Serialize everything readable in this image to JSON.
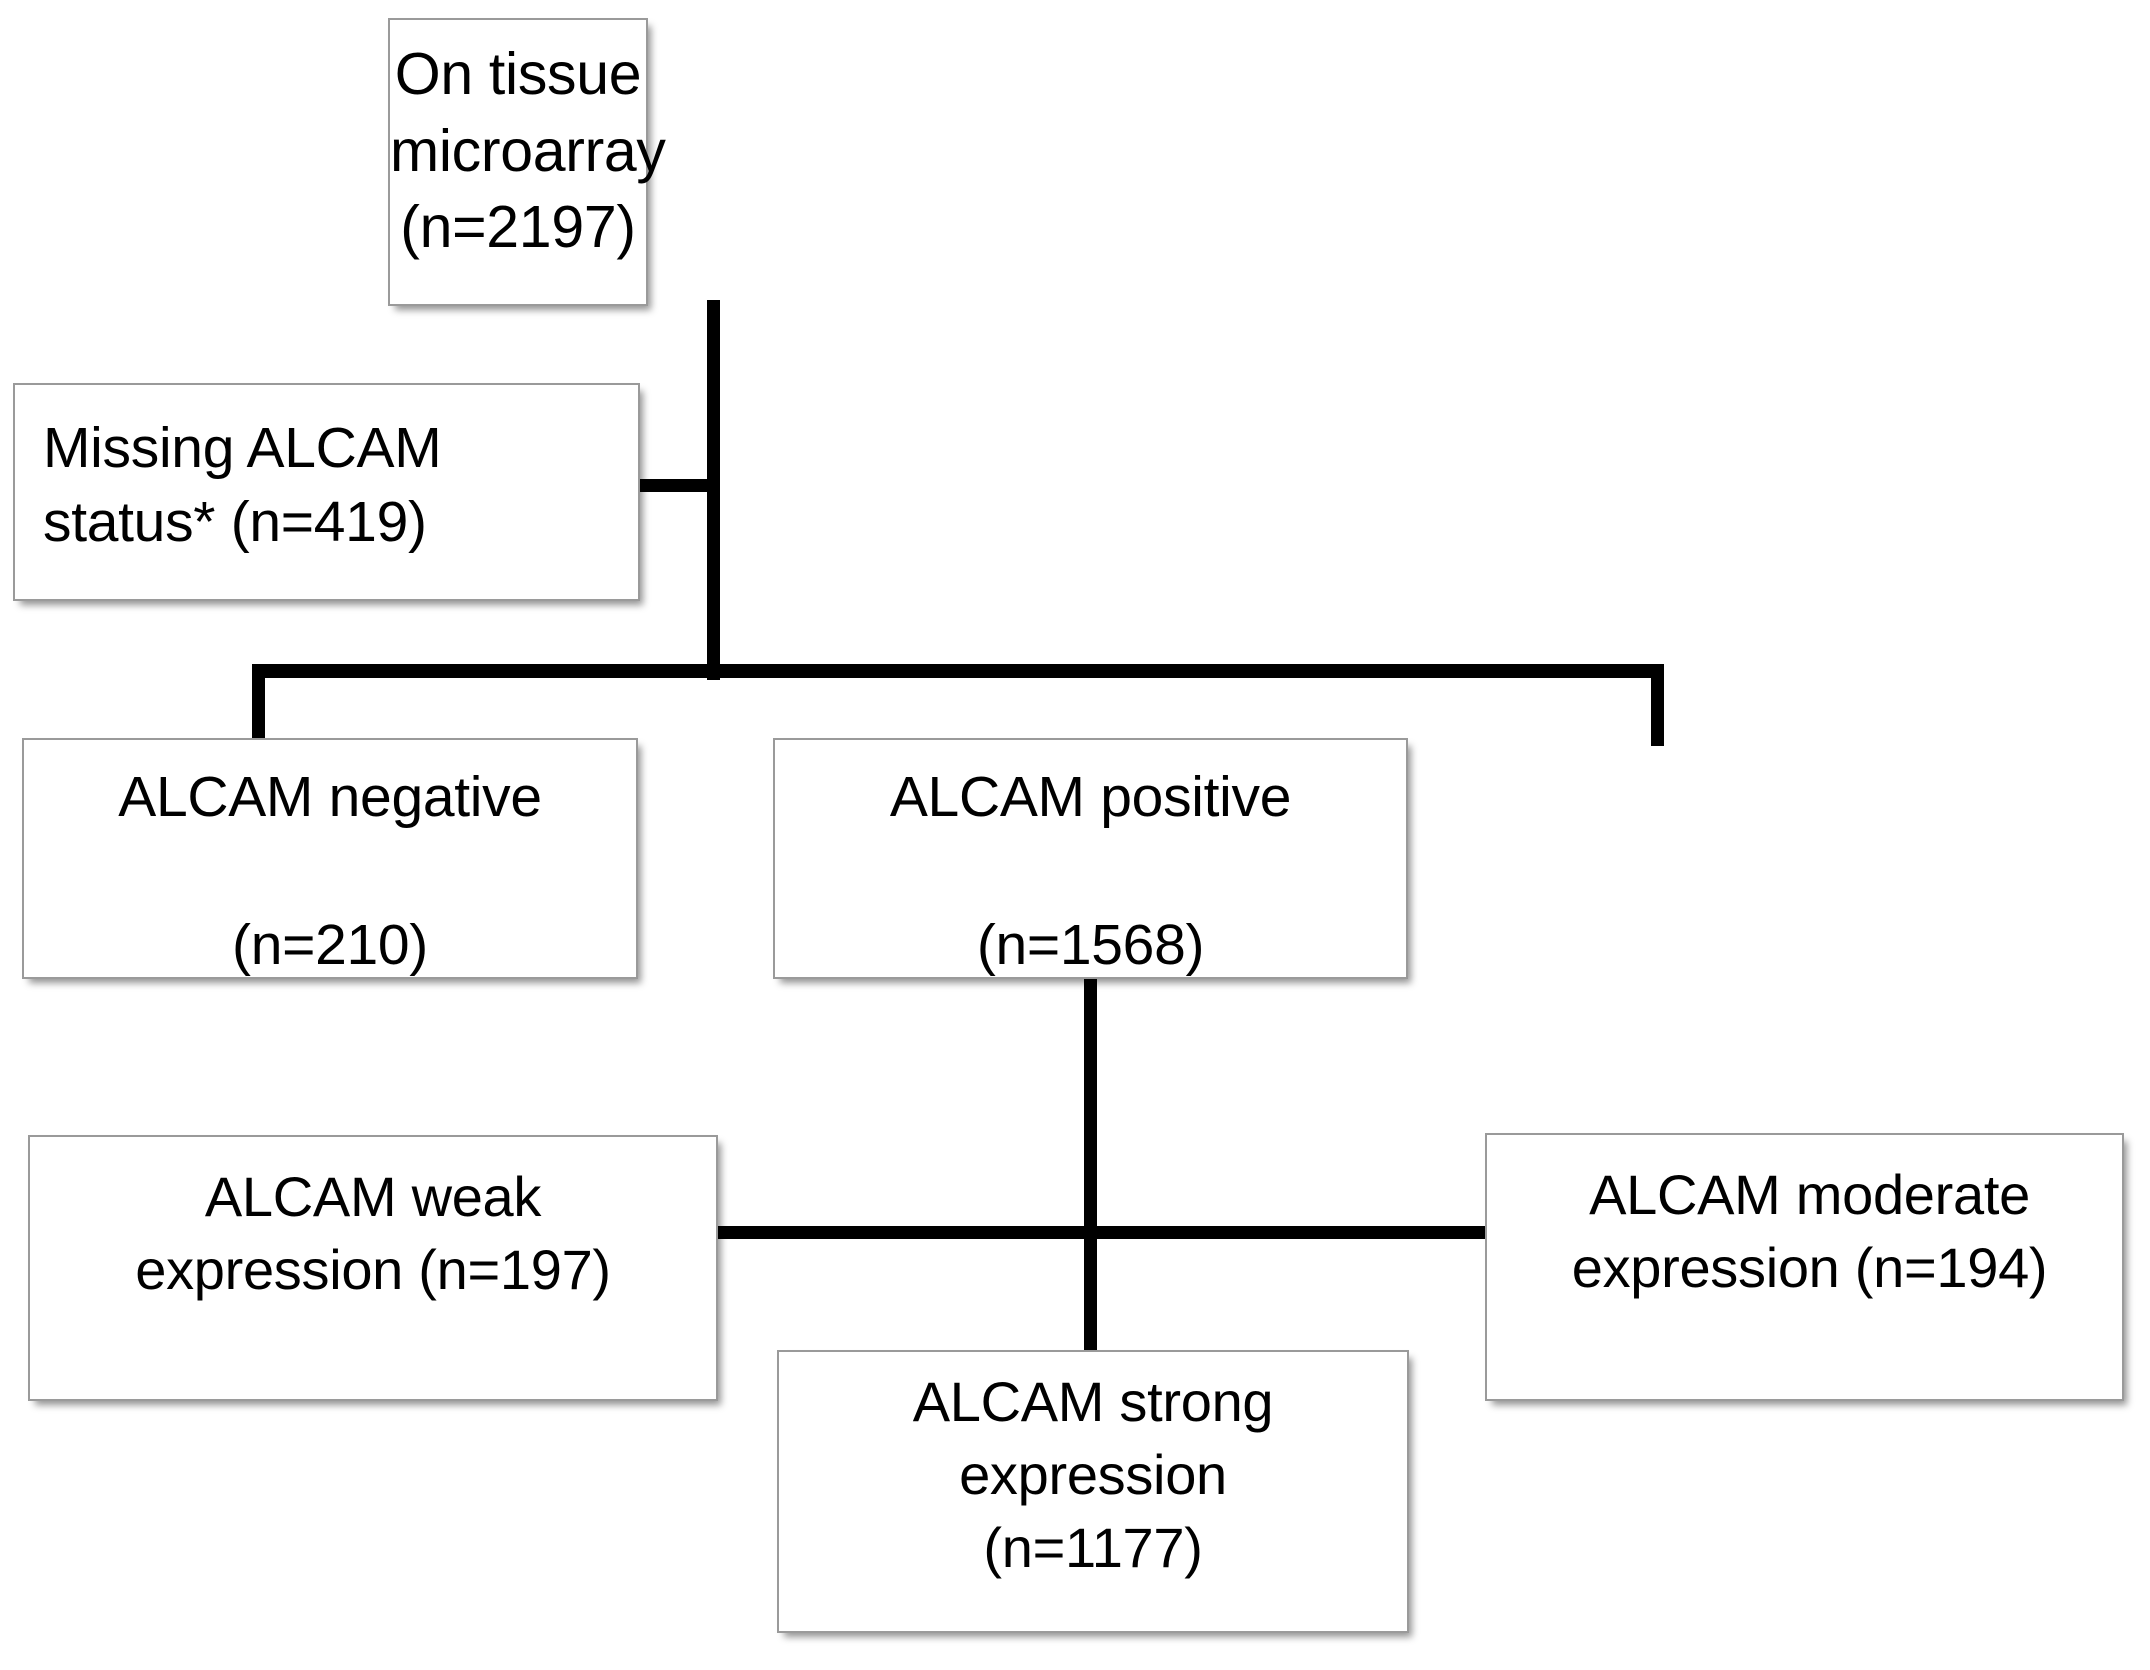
{
  "diagram": {
    "title": "ALCAM tissue microarray patient flow diagram",
    "accent_color": "#000000",
    "box_border_color": "#9a9a9a",
    "background_color": "#ffffff"
  },
  "nodes": {
    "tma": {
      "label": "On tissue\nmicroarray\n(n=2197)",
      "name": "On tissue microarray",
      "count": 2197
    },
    "missing": {
      "label": "Missing ALCAM\nstatus* (n=419)",
      "name": "Missing ALCAM status*",
      "count": 419
    },
    "negative": {
      "label": "ALCAM negative\n\n(n=210)",
      "name": "ALCAM negative",
      "count": 210
    },
    "positive": {
      "label": "ALCAM positive\n\n(n=1568)",
      "name": "ALCAM positive",
      "count": 1568
    },
    "weak": {
      "label": "ALCAM weak\nexpression  (n=197)",
      "name": "ALCAM weak expression",
      "count": 197
    },
    "moderate": {
      "label": "ALCAM moderate\nexpression (n=194)",
      "name": "ALCAM moderate expression",
      "count": 194
    },
    "strong": {
      "label": "ALCAM strong\nexpression\n(n=1177)",
      "name": "ALCAM strong expression",
      "count": 1177
    }
  },
  "edges": [
    {
      "from": "tma",
      "to": "missing",
      "style": "solid"
    },
    {
      "from": "tma",
      "to": "negative",
      "style": "solid"
    },
    {
      "from": "tma",
      "to": "positive",
      "style": "solid"
    },
    {
      "from": "positive",
      "to": "weak",
      "style": "solid"
    },
    {
      "from": "positive",
      "to": "moderate",
      "style": "solid"
    },
    {
      "from": "positive",
      "to": "strong",
      "style": "solid"
    }
  ],
  "chart_data": {
    "type": "diagram",
    "title": "ALCAM tissue microarray patient flow",
    "categories": [
      "On tissue microarray",
      "Missing ALCAM status*",
      "ALCAM negative",
      "ALCAM positive",
      "ALCAM weak expression",
      "ALCAM moderate expression",
      "ALCAM strong expression"
    ],
    "values": [
      2197,
      419,
      210,
      1568,
      197,
      194,
      1177
    ]
  }
}
